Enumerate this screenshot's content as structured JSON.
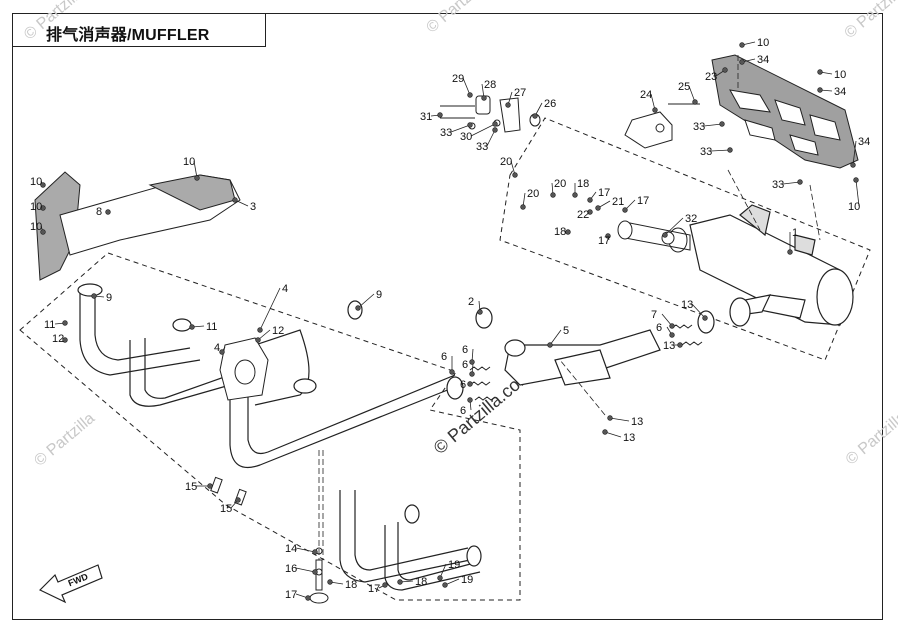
{
  "title": "排气消声器/MUFFLER",
  "watermark": {
    "corner": "© Partzilla",
    "center": "© Partzilla.com"
  },
  "fwd_label": "FWD",
  "callouts": [
    "10",
    "34",
    "10",
    "34",
    "23",
    "29",
    "28",
    "27",
    "26",
    "31",
    "33",
    "30",
    "33",
    "25",
    "24",
    "33",
    "33",
    "33",
    "34",
    "10",
    "10",
    "10",
    "10",
    "10",
    "8",
    "3",
    "20",
    "20",
    "20",
    "18",
    "17",
    "21",
    "17",
    "22",
    "18",
    "17",
    "32",
    "1",
    "4",
    "9",
    "9",
    "11",
    "11",
    "12",
    "12",
    "4",
    "2",
    "5",
    "6",
    "6",
    "6",
    "6",
    "6",
    "7",
    "6",
    "13",
    "13",
    "13",
    "13",
    "15",
    "15",
    "14",
    "16",
    "17",
    "18",
    "17",
    "18",
    "19",
    "19"
  ],
  "colors": {
    "line": "#222222",
    "part_fill": "#ffffff",
    "part_shade": "#9a9a9a",
    "watermark": "#c8c8c8"
  }
}
